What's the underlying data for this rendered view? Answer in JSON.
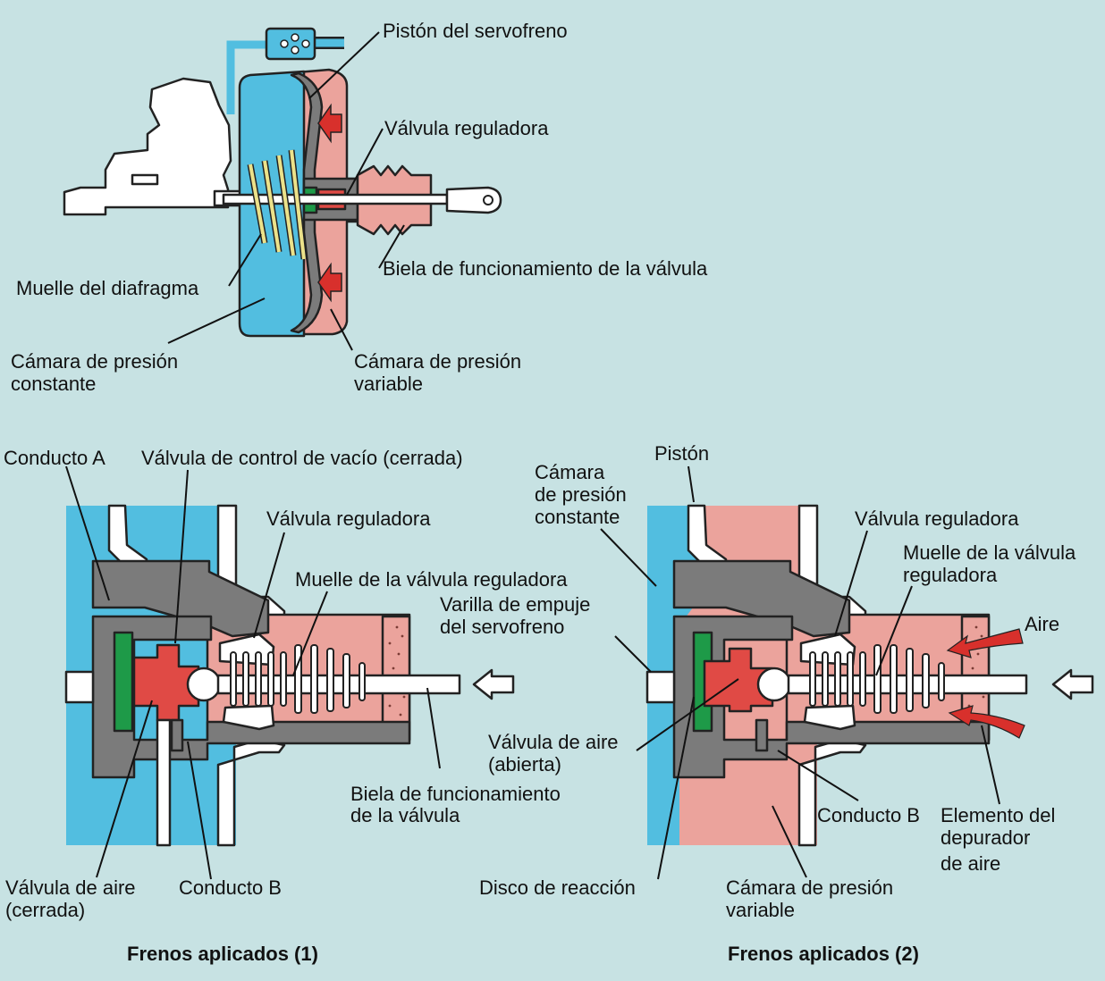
{
  "colors": {
    "background": "#c7e2e3",
    "constant_chamber": "#52bee0",
    "variable_chamber": "#eba39c",
    "housing": "#7b7b7b",
    "air_valve": "#e04a45",
    "reaction_disc": "#1e9a48",
    "spring": "#ece28a",
    "air_arrow": "#d8302c"
  },
  "top_diagram": {
    "labels": {
      "booster_piston": "Pistón del servofreno",
      "control_valve": "Válvula reguladora",
      "valve_operating_rod": "Biela de funcionamiento de la válvula",
      "diaphragm_spring": "Muelle del diafragma",
      "constant_chamber_l1": "Cámara de presión",
      "constant_chamber_l2": "constante",
      "variable_chamber_l1": "Cámara de presión",
      "variable_chamber_l2": "variable"
    }
  },
  "left_diagram": {
    "caption": "Frenos aplicados (1)",
    "labels": {
      "passage_a": "Conducto A",
      "vacuum_valve": "Válvula de control de vacío (cerrada)",
      "control_valve": "Válvula reguladora",
      "control_valve_spring": "Muelle de la válvula reguladora",
      "operating_rod_l1": "Biela de funcionamiento",
      "operating_rod_l2": "de la válvula",
      "air_valve_l1": "Válvula de aire",
      "air_valve_l2": "(cerrada)",
      "passage_b": "Conducto B"
    }
  },
  "right_diagram": {
    "caption": "Frenos aplicados (2)",
    "labels": {
      "piston": "Pistón",
      "constant_chamber_l1": "Cámara",
      "constant_chamber_l2": "de presión",
      "constant_chamber_l3": "constante",
      "pushrod_l1": "Varilla de empuje",
      "pushrod_l2": "del servofreno",
      "control_valve": "Válvula reguladora",
      "control_valve_spring_l1": "Muelle de la válvula",
      "control_valve_spring_l2": "reguladora",
      "air": "Aire",
      "air_valve_l1": "Válvula de aire",
      "air_valve_l2": "(abierta)",
      "passage_b": "Conducto B",
      "air_filter_l1": "Elemento del",
      "air_filter_l2": "depurador",
      "air_filter_l3": "de aire",
      "reaction_disc": "Disco de reacción",
      "variable_chamber_l1": "Cámara de presión",
      "variable_chamber_l2": "variable"
    }
  }
}
